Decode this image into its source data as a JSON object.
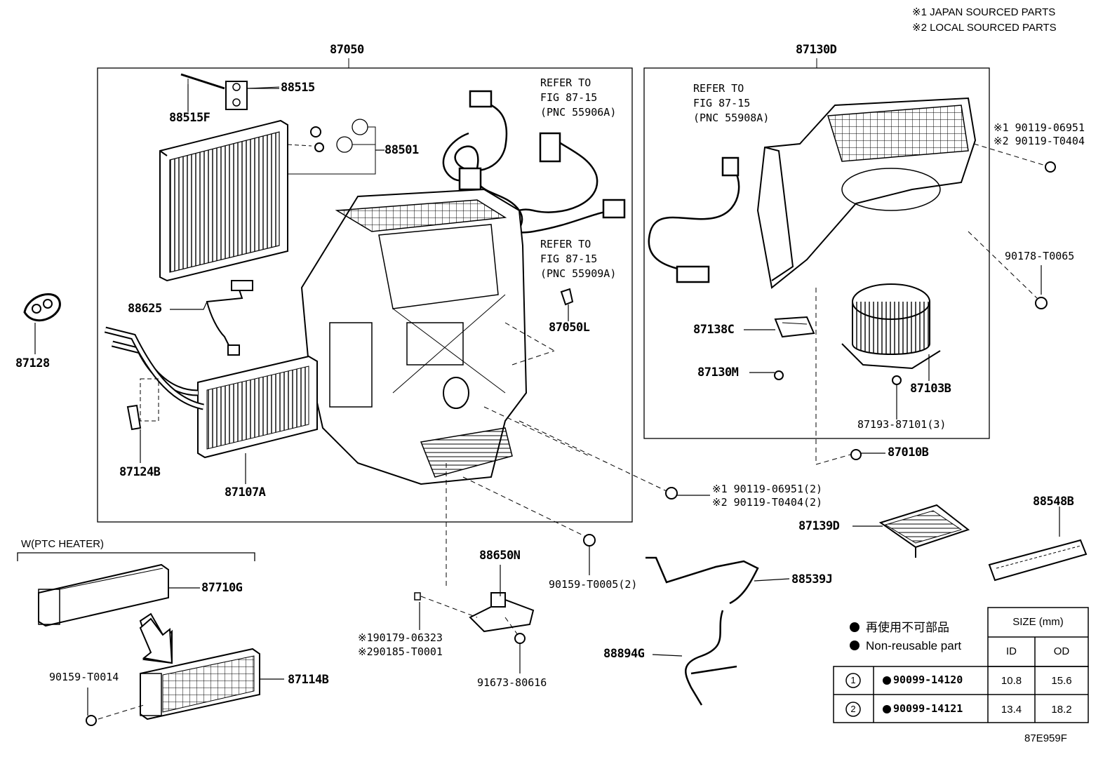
{
  "notes": {
    "japan": "※1 JAPAN SOURCED PARTS",
    "local": "※2 LOCAL SOURCED PARTS"
  },
  "diagram_code": "87E959F",
  "group_labels": {
    "heater_unit": "87050",
    "blower_unit": "87130D",
    "ptc_heater": "W(PTC HEATER)"
  },
  "references": [
    "REFER TO\nFIG 87-15\n(PNC 55906A)",
    "REFER TO\nFIG 87-15\n(PNC 55909A)",
    "REFER TO\nFIG 87-15\n(PNC 55908A)"
  ],
  "parts": {
    "p88515": "88515",
    "p88515F": "88515F",
    "p88501": "88501",
    "p88625": "88625",
    "p87128": "87128",
    "p87124B": "87124B",
    "p87107A": "87107A",
    "p87050L": "87050L",
    "p87138C": "87138C",
    "p87130M": "87130M",
    "p87103B": "87103B",
    "p87193": "87193-87101(3)",
    "p87010B": "87010B",
    "p90119_a1": "※1 90119-06951",
    "p90119_a2": "※2 90119-T0404",
    "p90178": "90178-T0065",
    "p90119_b1": "※1 90119-06951(2)",
    "p90119_b2": "※2 90119-T0404(2)",
    "p88548B": "88548B",
    "p87139D": "87139D",
    "p88539J": "88539J",
    "p88894G": "88894G",
    "p88650N": "88650N",
    "p90159_T0005": "90159-T0005(2)",
    "p90179": "※190179-06323",
    "p90185": "※290185-T0001",
    "p91673": "91673-80616",
    "p87710G": "87710G",
    "p87114B": "87114B",
    "p90159_T0014": "90159-T0014"
  },
  "legend": {
    "non_reusable_jp": "再使用不可部品",
    "non_reusable_en": "Non-reusable part"
  },
  "size_table": {
    "header": "SIZE (mm)",
    "col_id": "ID",
    "col_od": "OD",
    "rows": [
      {
        "ref": "1",
        "part": "90099-14120",
        "id": "10.8",
        "od": "15.6"
      },
      {
        "ref": "2",
        "part": "90099-14121",
        "id": "13.4",
        "od": "18.2"
      }
    ]
  }
}
